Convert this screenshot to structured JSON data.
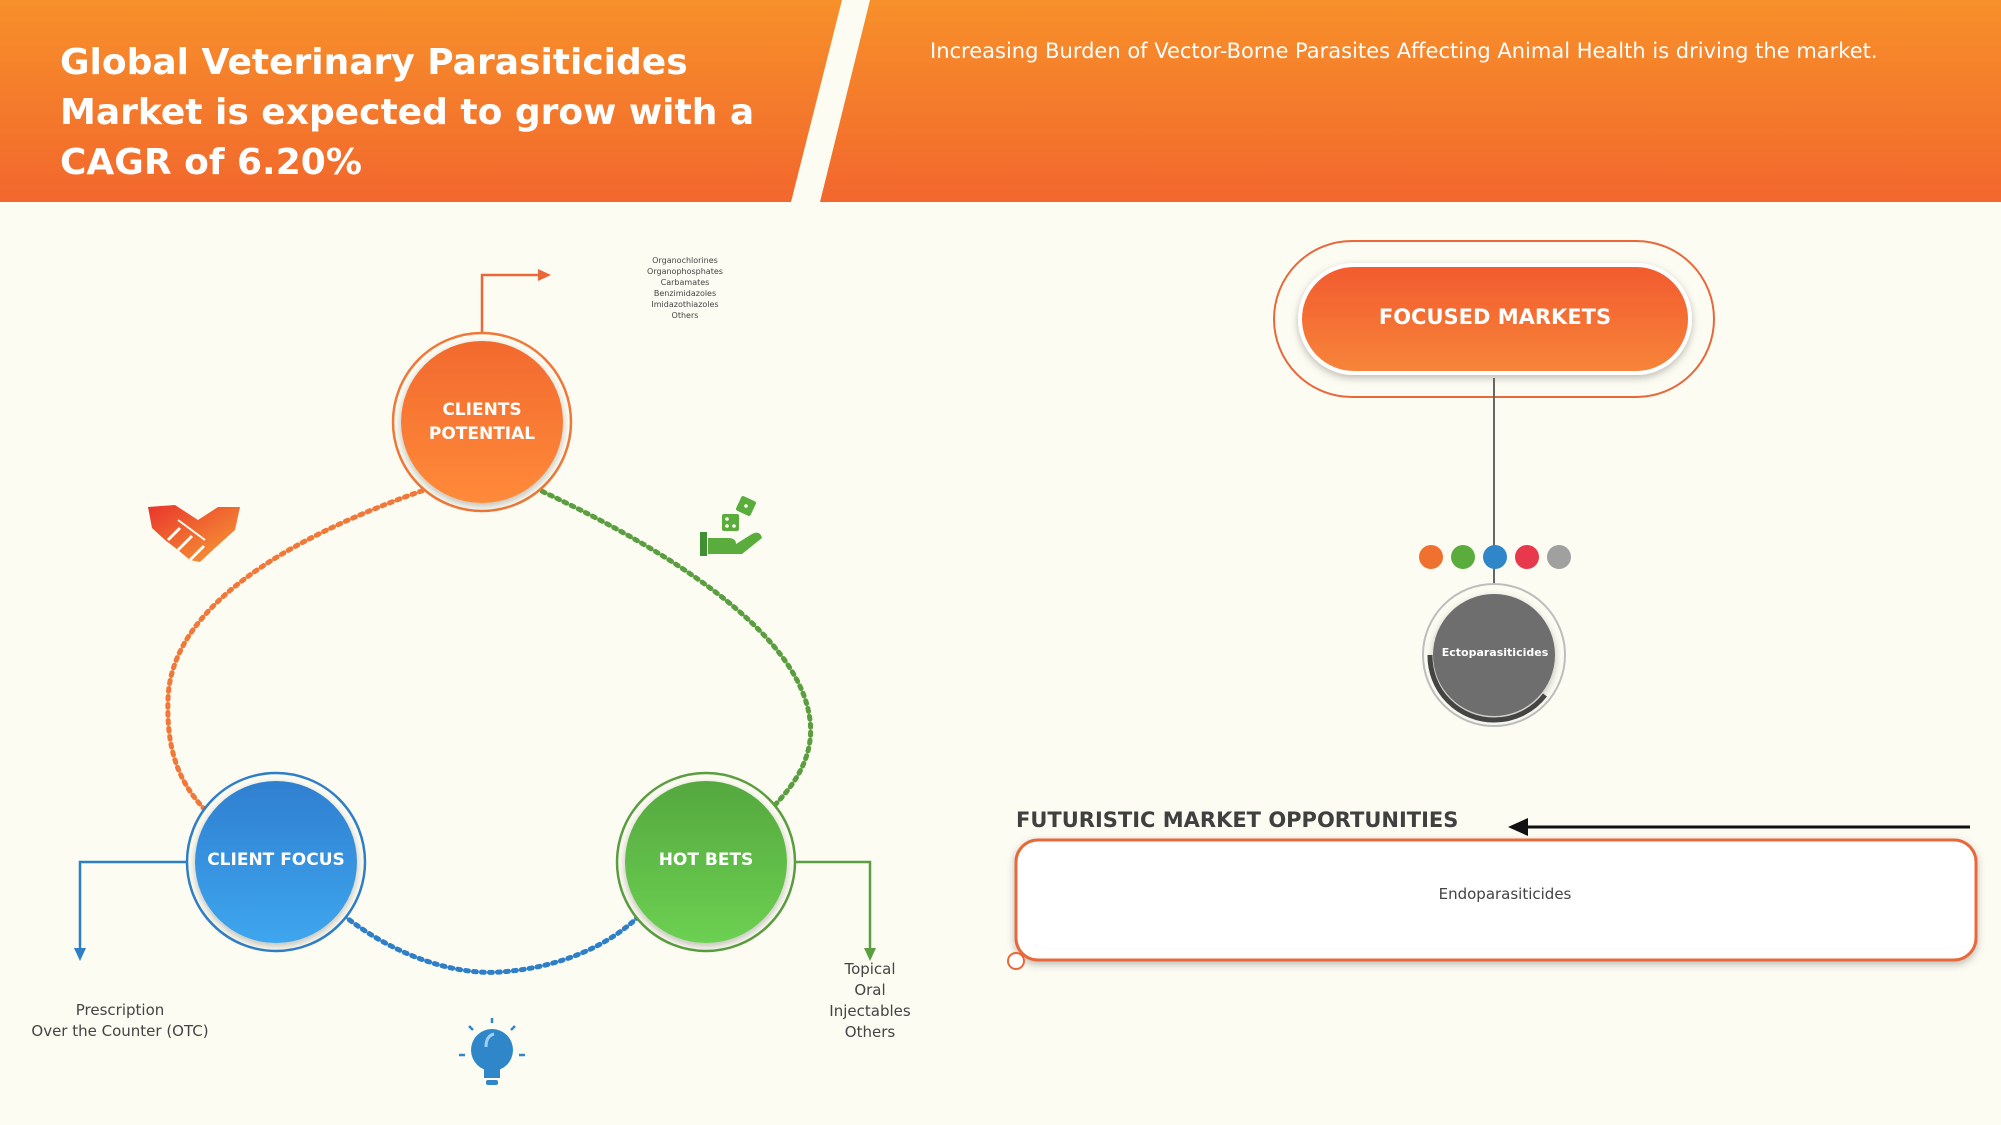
{
  "header": {
    "title": "Global Veterinary Parasiticides Market is expected to grow with a CAGR of 6.20%",
    "subtitle": "Increasing Burden of Vector-Borne Parasites Affecting Animal Health is driving the market."
  },
  "cycle": {
    "clients_potential": {
      "label_line1": "CLIENTS",
      "label_line2": "POTENTIAL",
      "items": [
        "Organochlorines",
        "Organophosphates",
        "Carbamates",
        "Benzimidazoles",
        "Imidazothiazoles",
        "Others"
      ]
    },
    "client_focus": {
      "label": "CLIENT FOCUS",
      "items": [
        "Prescription",
        "Over the Counter (OTC)"
      ]
    },
    "hot_bets": {
      "label": "HOT BETS",
      "items": [
        "Topical",
        "Oral",
        "Injectables",
        "Others"
      ]
    }
  },
  "focused_markets": {
    "label": "FOCUSED MARKETS",
    "dot_colors": [
      "#f07030",
      "#5aad3c",
      "#2f86c8",
      "#e8384c",
      "#a0a0a0"
    ],
    "circle_label": "Ectoparasiticides"
  },
  "opportunities": {
    "title": "FUTURISTIC MARKET OPPORTUNITIES",
    "body": "Endoparasiticides"
  },
  "icons": [
    "handshake-icon",
    "dice-in-hand-icon",
    "lightbulb-icon"
  ],
  "colors": {
    "orange": "#f26a2e",
    "green": "#5cb848",
    "blue": "#2f8ad6",
    "gray": "#6e6e6e"
  }
}
